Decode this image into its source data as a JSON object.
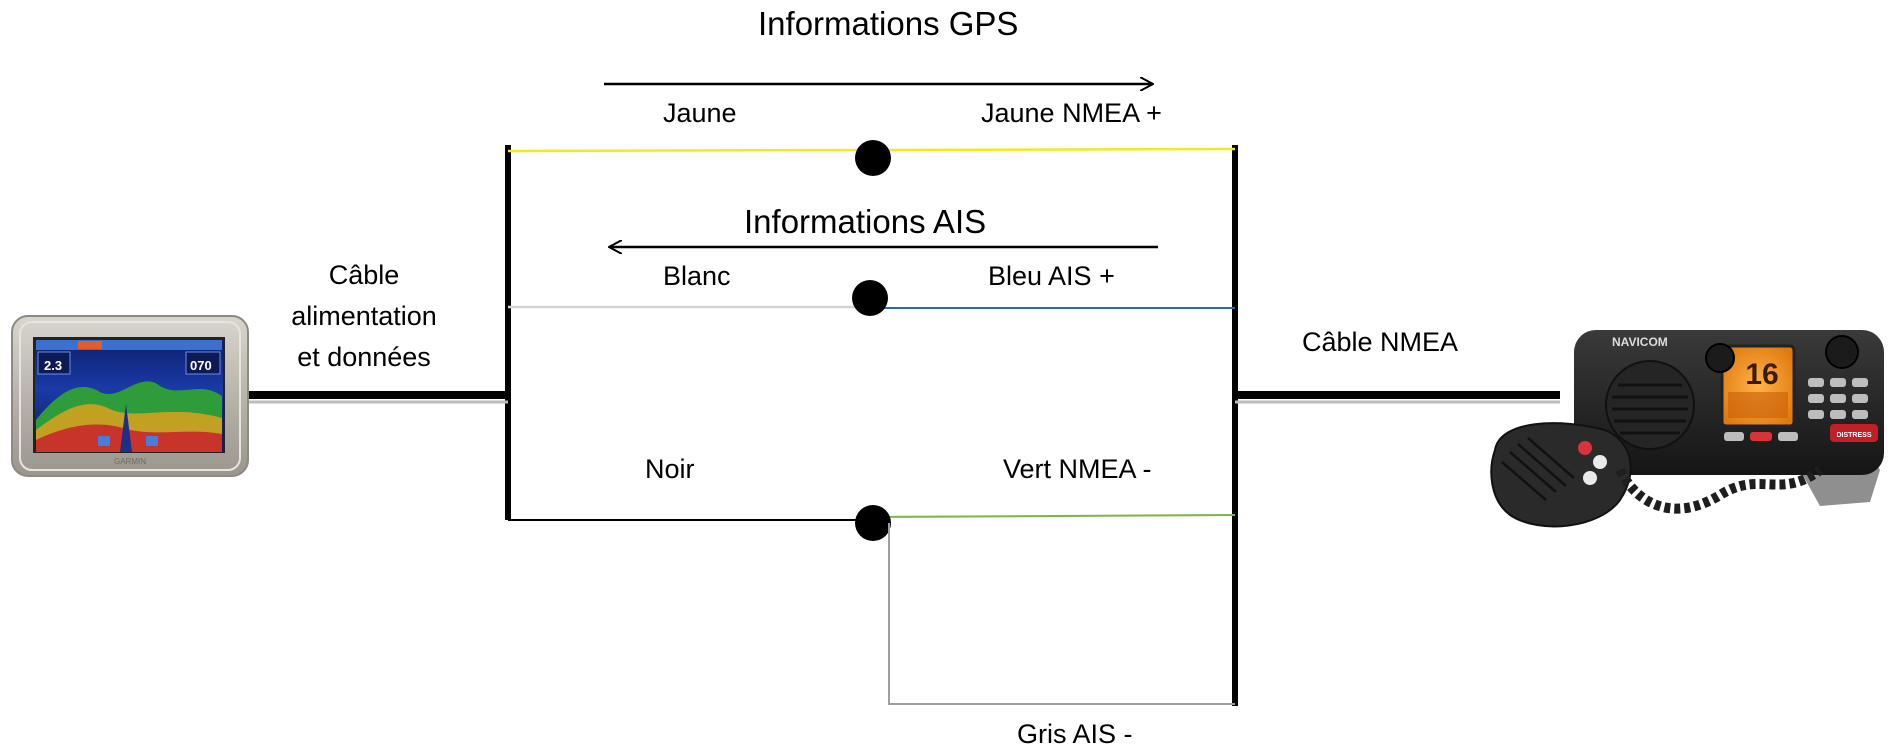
{
  "titles": {
    "gps": "Informations GPS",
    "ais": "Informations AIS"
  },
  "labels": {
    "jaune": "Jaune",
    "jaune_nmea": "Jaune NMEA +",
    "blanc": "Blanc",
    "bleu_ais": "Bleu AIS +",
    "noir": "Noir",
    "vert_nmea": "Vert NMEA -",
    "gris_ais": "Gris AIS -",
    "cable_nmea": "Câble NMEA",
    "cable_power": [
      "Câble",
      "alimentation",
      "et données"
    ]
  },
  "devices": {
    "gps": {
      "brand": "GARMIN",
      "left_readout": "2.3",
      "right_readout": "070"
    },
    "vhf": {
      "brand": "NAVICOM",
      "channel": "16",
      "distress": "DISTRESS"
    }
  },
  "colors": {
    "yellow": "#f2ea1c",
    "white_wire": "#d4d4d4",
    "blue": "#2f6aa8",
    "green": "#7ab648",
    "grey_wire": "#9e9e9e",
    "black": "#000000"
  }
}
